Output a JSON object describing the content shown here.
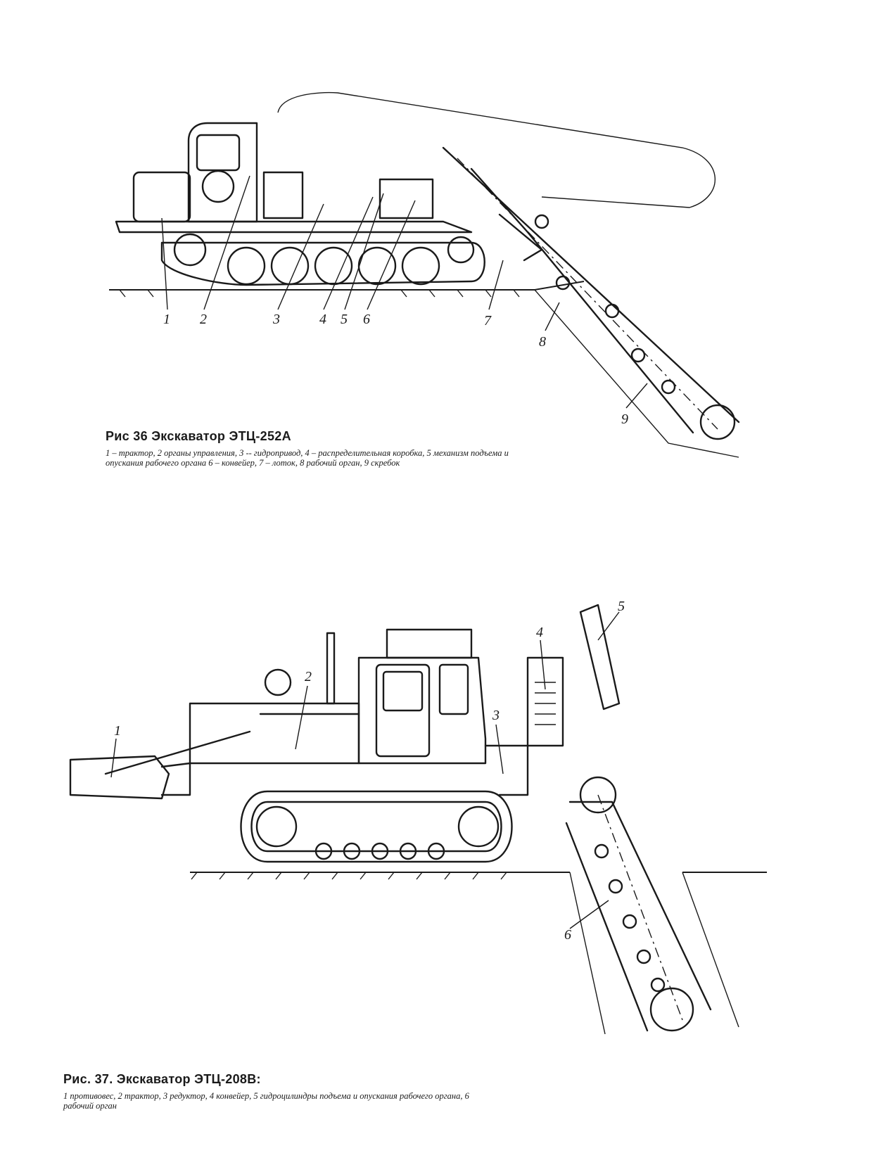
{
  "figure36": {
    "title": "Рис 36 Экскаватор ЭТЦ-252А",
    "legend": "1 – трактор, 2 органы управления, 3 -- гидропривод, 4 – распределительная коробка, 5 механизм подъема и опускания рабочего органа 6 – конвейер, 7 – лоток, 8 рабочий орган, 9 скребок",
    "labels": [
      "1",
      "2",
      "3",
      "4",
      "5",
      "6",
      "7",
      "8",
      "9"
    ]
  },
  "figure37": {
    "title": "Рис. 37. Экскаватор ЭТЦ-208В:",
    "legend": "1 противовес, 2 трактор, 3 редуктор, 4 конвейер, 5 гидроцилиндры подъема и опускания рабочего органа, 6 рабочий орган",
    "labels": [
      "1",
      "2",
      "3",
      "4",
      "5",
      "6"
    ]
  }
}
